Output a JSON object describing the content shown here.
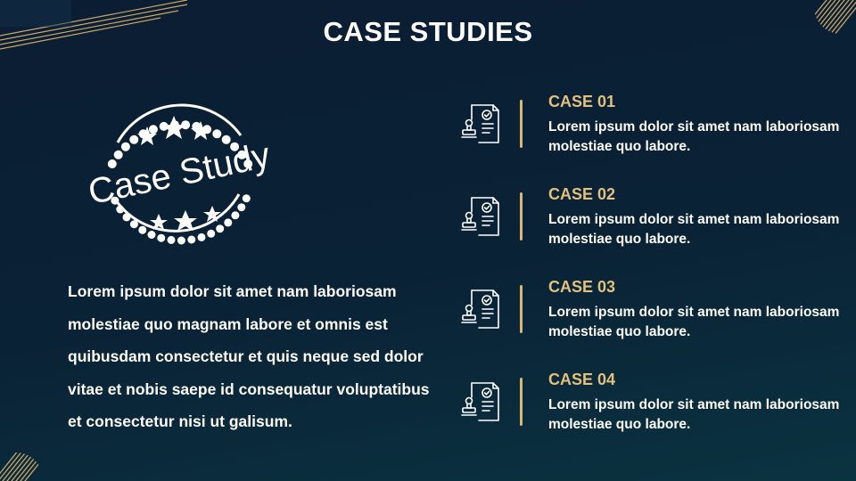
{
  "slide": {
    "title": "CASE STUDIES",
    "stamp_text": "Case Study",
    "body": "Lorem ipsum dolor sit amet nam laboriosam molestiae quo magnam labore et omnis est quibusdam consectetur et quis neque sed dolor vitae et nobis saepe id consequatur voluptatibus et consectetur nisi ut galisum."
  },
  "cases": [
    {
      "title": "CASE 01",
      "text": "Lorem ipsum dolor sit amet nam laboriosam molestiae quo labore.",
      "icon": "document-stamp-icon"
    },
    {
      "title": "CASE 02",
      "text": "Lorem ipsum dolor sit amet nam laboriosam molestiae quo labore.",
      "icon": "document-stamp-icon"
    },
    {
      "title": "CASE 03",
      "text": "Lorem ipsum dolor sit amet nam laboriosam molestiae quo labore.",
      "icon": "document-stamp-icon"
    },
    {
      "title": "CASE 04",
      "text": "Lorem ipsum dolor sit amet nam laboriosam molestiae quo labore.",
      "icon": "document-stamp-icon"
    }
  ],
  "colors": {
    "background": "#0b1d33",
    "accent_gold": "#e2c07e",
    "text": "#ffffff"
  }
}
